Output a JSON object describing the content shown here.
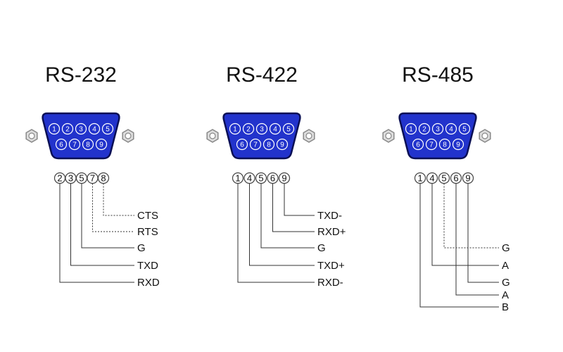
{
  "colors": {
    "connector_fill": "#2233cc",
    "connector_stroke": "#0a0f55",
    "line": "#333333",
    "screw": "#dddddd"
  },
  "icons": [
    "db9-connector-icon",
    "screw-icon",
    "pin-circle-icon"
  ],
  "watermark": "",
  "connectors": [
    {
      "title": "RS-232",
      "face_top": [
        "1",
        "2",
        "3",
        "4",
        "5"
      ],
      "face_bottom": [
        "6",
        "7",
        "8",
        "9"
      ],
      "pins": [
        "2",
        "3",
        "5",
        "7",
        "8"
      ],
      "signals": [
        {
          "pin": "8",
          "label": "CTS",
          "style": "dotted"
        },
        {
          "pin": "7",
          "label": "RTS",
          "style": "dotted"
        },
        {
          "pin": "5",
          "label": "G",
          "style": "solid"
        },
        {
          "pin": "3",
          "label": "TXD",
          "style": "solid"
        },
        {
          "pin": "2",
          "label": "RXD",
          "style": "solid"
        }
      ]
    },
    {
      "title": "RS-422",
      "face_top": [
        "1",
        "2",
        "3",
        "4",
        "5"
      ],
      "face_bottom": [
        "6",
        "7",
        "8",
        "9"
      ],
      "pins": [
        "1",
        "4",
        "5",
        "6",
        "9"
      ],
      "signals": [
        {
          "pin": "9",
          "label": "TXD-",
          "style": "solid"
        },
        {
          "pin": "6",
          "label": "RXD+",
          "style": "solid"
        },
        {
          "pin": "5",
          "label": "G",
          "style": "solid"
        },
        {
          "pin": "4",
          "label": "TXD+",
          "style": "solid"
        },
        {
          "pin": "1",
          "label": "RXD-",
          "style": "solid"
        }
      ]
    },
    {
      "title": "RS-485",
      "face_top": [
        "1",
        "2",
        "3",
        "4",
        "5"
      ],
      "face_bottom": [
        "6",
        "7",
        "8",
        "9"
      ],
      "pins": [
        "1",
        "4",
        "5",
        "6",
        "9"
      ],
      "signals": [
        {
          "pin": "5",
          "label": "G",
          "style": "dotted"
        },
        {
          "pin": "4",
          "label": "A",
          "style": "solid"
        },
        {
          "pin": "9",
          "label": "G",
          "style": "solid"
        },
        {
          "pin": "6",
          "label": "A",
          "style": "solid"
        },
        {
          "pin": "1",
          "label": "B",
          "style": "solid"
        }
      ]
    }
  ]
}
